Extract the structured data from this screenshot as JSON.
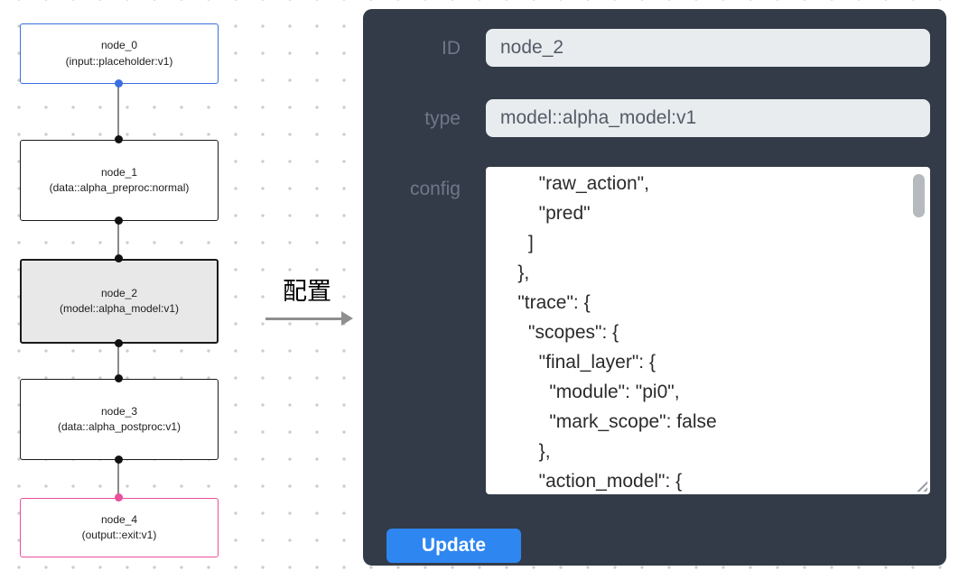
{
  "canvas": {
    "nodes": [
      {
        "name": "node_0",
        "subtitle": "(input::placeholder:v1)",
        "accent": "#3a6fe0",
        "selected": false
      },
      {
        "name": "node_1",
        "subtitle": "(data::alpha_preproc:normal)",
        "accent": "#1a1a1a",
        "selected": false
      },
      {
        "name": "node_2",
        "subtitle": "(model::alpha_model:v1)",
        "accent": "#1a1a1a",
        "selected": true
      },
      {
        "name": "node_3",
        "subtitle": "(data::alpha_postproc:v1)",
        "accent": "#1a1a1a",
        "selected": false
      },
      {
        "name": "node_4",
        "subtitle": "(output::exit:v1)",
        "accent": "#e8509a",
        "selected": false
      }
    ]
  },
  "transition": {
    "label": "配置"
  },
  "panel": {
    "fields": [
      {
        "label": "ID",
        "value": "node_2"
      },
      {
        "label": "type",
        "value": "model::alpha_model:v1"
      },
      {
        "label": "config"
      }
    ],
    "config_text": "        \"raw_action\",\n        \"pred\"\n      ]\n    },\n    \"trace\": {\n      \"scopes\": {\n        \"final_layer\": {\n          \"module\": \"pi0\",\n          \"mark_scope\": false\n        },\n        \"action_model\": {",
    "update_label": "Update"
  },
  "colors": {
    "panel_background": "#333b48",
    "input_background": "#e9ecef",
    "label_text": "#6e7888",
    "update_button": "#2e86f1",
    "node_input_accent": "#3a6fe0",
    "node_output_accent": "#e8509a",
    "selected_node_fill": "#e8e8e8"
  }
}
